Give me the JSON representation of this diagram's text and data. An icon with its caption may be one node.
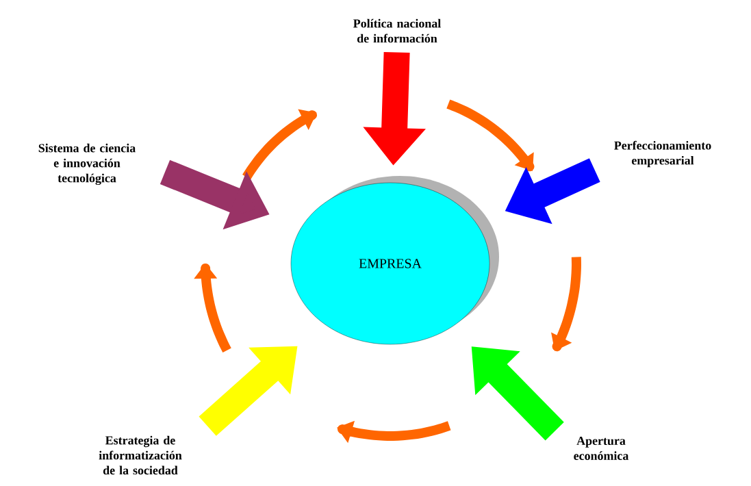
{
  "diagram": {
    "nodes": [
      {
        "text": [
          "EMPRESA"
        ]
      },
      {
        "text": [
          "Política nacional de información"
        ]
      },
      {
        "text": [
          "Perfeccionamiento empresarial"
        ]
      },
      {
        "text": [
          "Apertura económica"
        ]
      },
      {
        "text": [
          "Estrategia de informatización de la sociedad"
        ]
      },
      {
        "text": [
          "Sistema de ciencia e innovación tecnológica"
        ]
      }
    ],
    "edges": [
      {
        "from": 1,
        "to": 0,
        "arrow": "to",
        "color": "#ff0000"
      },
      {
        "from": 2,
        "to": 0,
        "arrow": "to",
        "color": "#0000ff"
      },
      {
        "from": 3,
        "to": 0,
        "arrow": "to",
        "color": "#00ff00"
      },
      {
        "from": 4,
        "to": 0,
        "arrow": "to",
        "color": "#ffff00"
      },
      {
        "from": 5,
        "to": 0,
        "arrow": "to",
        "color": "#993366"
      }
    ]
  }
}
